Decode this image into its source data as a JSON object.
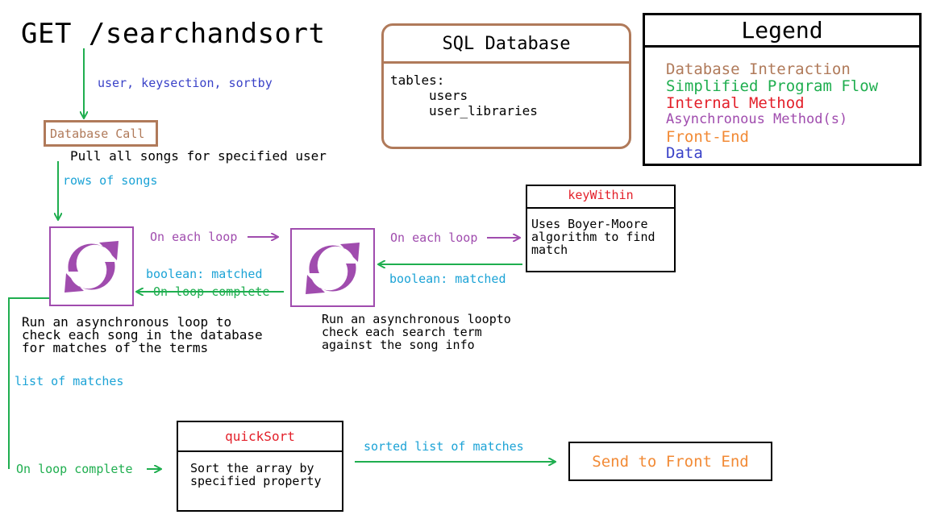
{
  "endpoint": {
    "title": "GET /searchandsort",
    "params": "user, keysection, sortby"
  },
  "sql_database": {
    "title": "SQL Database",
    "tables_label": "tables:",
    "tables": [
      "users",
      "user_libraries"
    ]
  },
  "legend": {
    "title": "Legend",
    "items": [
      {
        "label": "Database Interaction",
        "color": "#b07a5a"
      },
      {
        "label": "Simplified Program Flow",
        "color": "#1fae4f"
      },
      {
        "label": "Internal Method",
        "color": "#e3202a"
      },
      {
        "label": "Asynchronous Method(s)",
        "color": "#a04cae"
      },
      {
        "label": "Front-End",
        "color": "#f28a35"
      },
      {
        "label": "Data",
        "color": "#3a42c8"
      }
    ]
  },
  "database_call": {
    "label": "Database Call",
    "description": "Pull all songs for specified user",
    "output": "rows of songs"
  },
  "outer_loop": {
    "icon": "refresh-icon",
    "on_each_loop": "On each loop",
    "matched": "boolean: matched",
    "on_loop_complete": "On loop complete",
    "description": "Run an asynchronous loop to\ncheck each song in the database\nfor matches of the terms"
  },
  "inner_loop": {
    "icon": "refresh-icon",
    "on_each_loop": "On each loop",
    "matched": "boolean: matched",
    "description": "Run an asynchronous loopto\ncheck each search term\nagainst the song info"
  },
  "key_within": {
    "title": "keyWithin",
    "description": "Uses Boyer-Moore\nalgorithm to find\nmatch"
  },
  "matches": {
    "list_label": "list of matches",
    "on_loop_complete": "On loop complete"
  },
  "quick_sort": {
    "title": "quickSort",
    "description": "Sort the array by\nspecified property",
    "output": "sorted list of matches"
  },
  "front_end": {
    "label": "Send to Front End"
  }
}
